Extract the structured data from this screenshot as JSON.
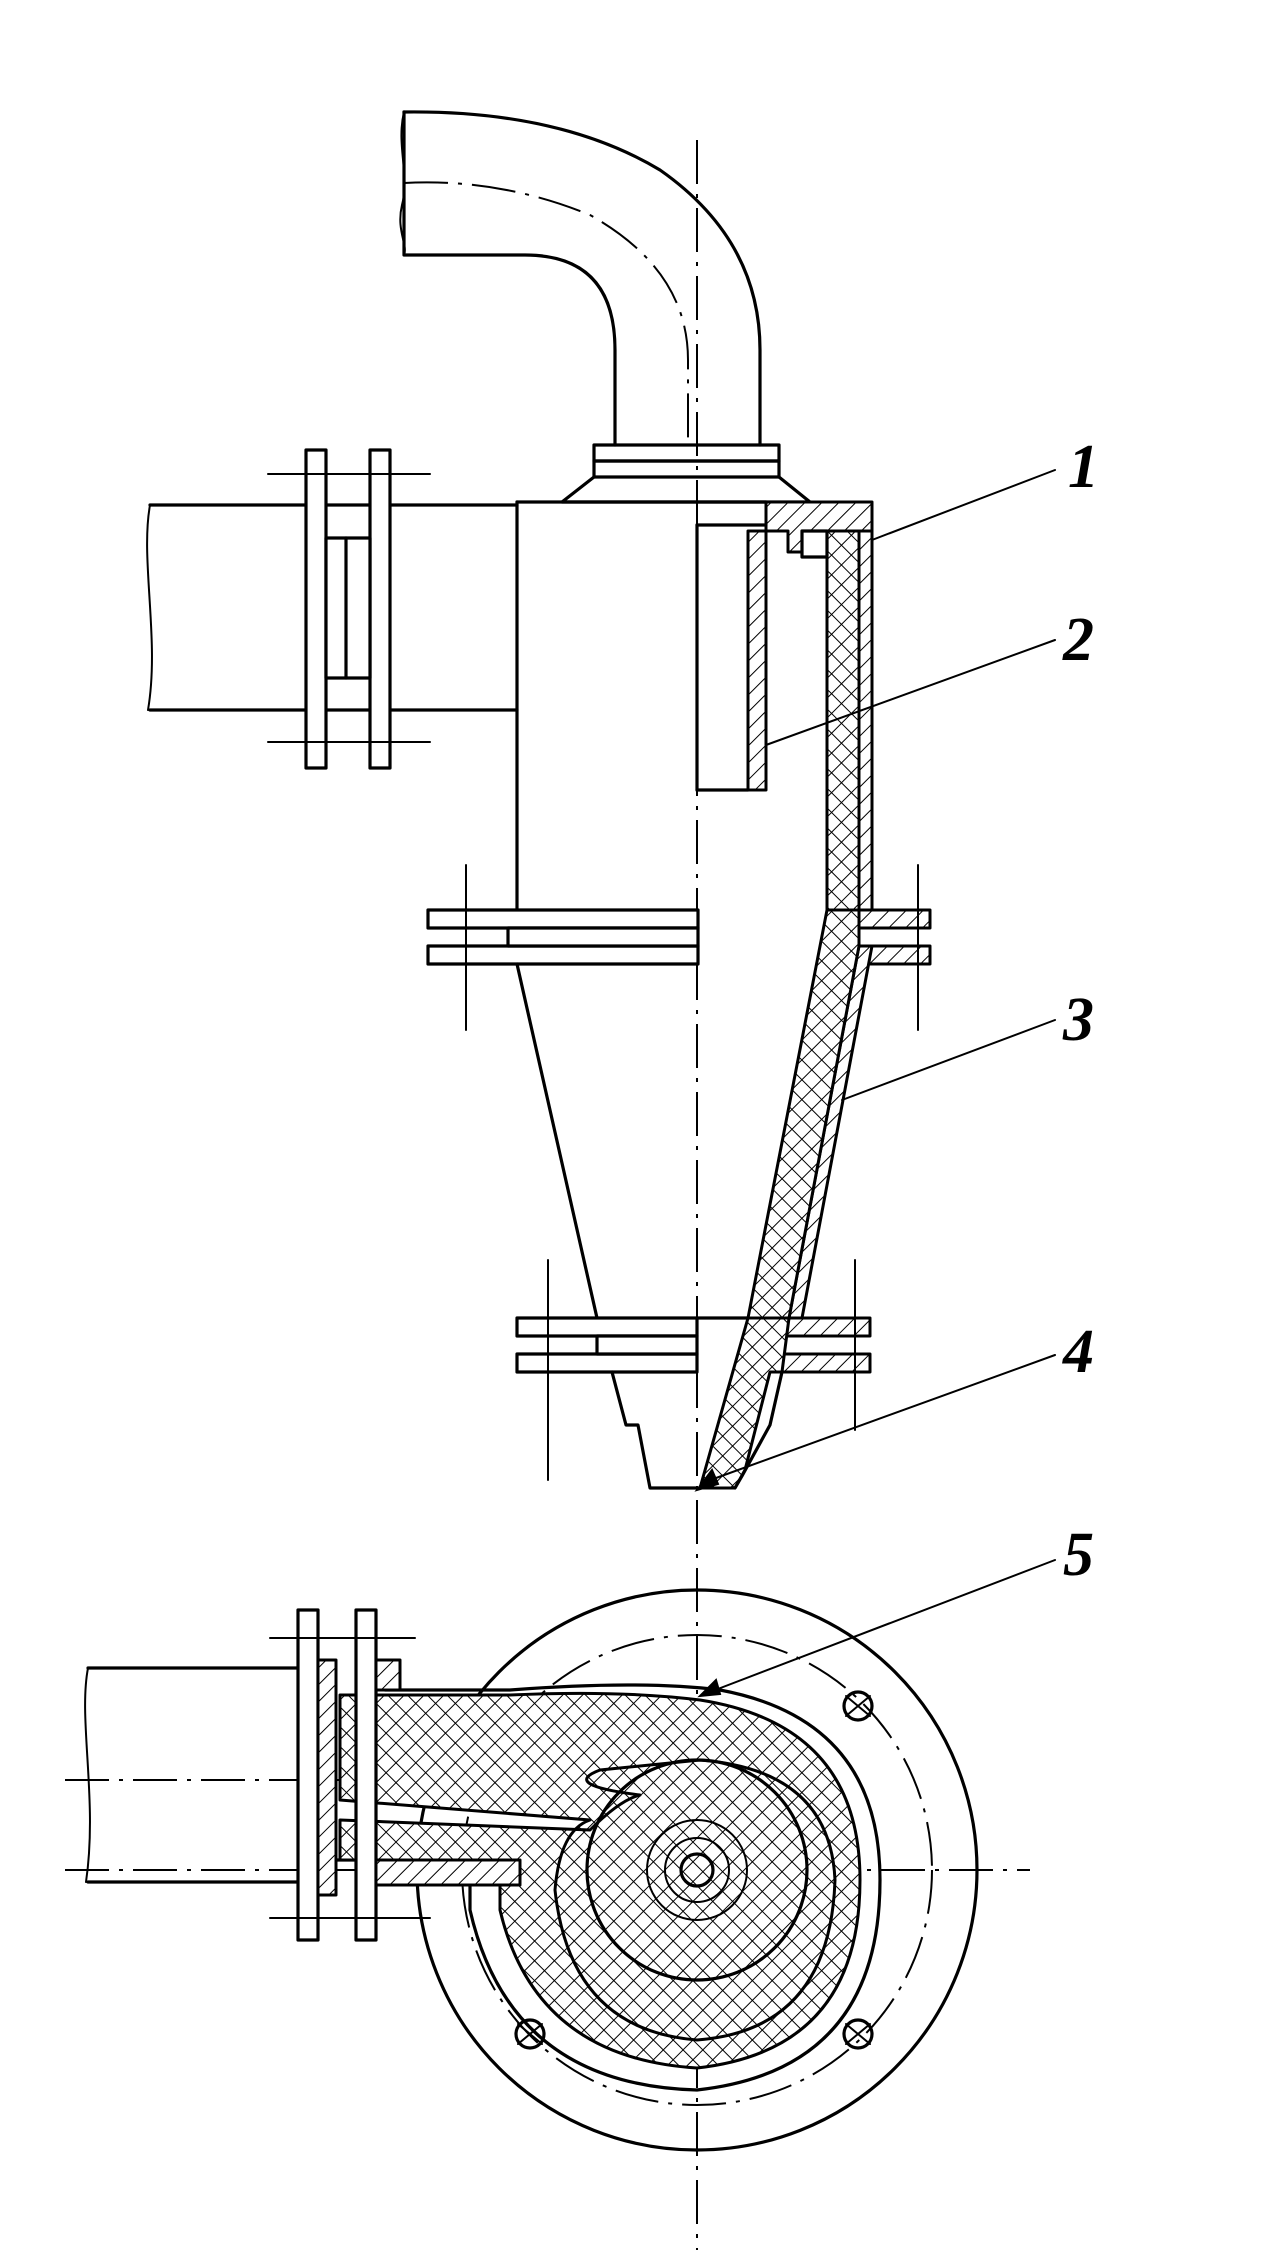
{
  "figure": {
    "callouts": [
      {
        "id": "1",
        "text": "1"
      },
      {
        "id": "2",
        "text": "2"
      },
      {
        "id": "3",
        "text": "3"
      },
      {
        "id": "4",
        "text": "4"
      },
      {
        "id": "5",
        "text": "5"
      }
    ]
  }
}
